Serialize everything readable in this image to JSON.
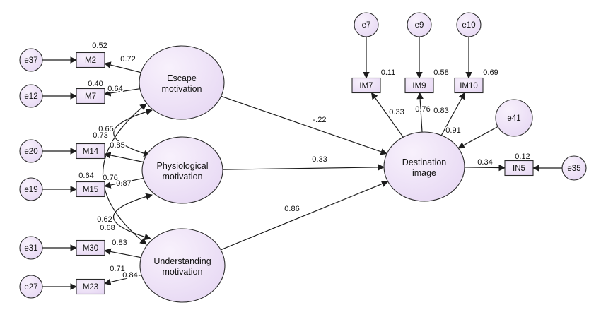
{
  "diagram": {
    "kind": "structural-equation-model-path-diagram",
    "background": "#ffffff",
    "node_fill": "#e6d7f3",
    "node_fill_light": "#f8f1fc",
    "stroke_color": "#1c1c1c",
    "nodes": [
      {
        "id": "e37",
        "kind": "circle",
        "label": "e37"
      },
      {
        "id": "e12",
        "kind": "circle",
        "label": "e12"
      },
      {
        "id": "e20",
        "kind": "circle",
        "label": "e20"
      },
      {
        "id": "e19",
        "kind": "circle",
        "label": "e19"
      },
      {
        "id": "e31",
        "kind": "circle",
        "label": "e31"
      },
      {
        "id": "e27",
        "kind": "circle",
        "label": "e27"
      },
      {
        "id": "M2",
        "kind": "rect",
        "label": "M2"
      },
      {
        "id": "M7",
        "kind": "rect",
        "label": "M7"
      },
      {
        "id": "M14",
        "kind": "rect",
        "label": "M14"
      },
      {
        "id": "M15",
        "kind": "rect",
        "label": "M15"
      },
      {
        "id": "M30",
        "kind": "rect",
        "label": "M30"
      },
      {
        "id": "M23",
        "kind": "rect",
        "label": "M23"
      },
      {
        "id": "escape",
        "kind": "ellipse",
        "line1": "Escape",
        "line2": "motivation"
      },
      {
        "id": "physio",
        "kind": "ellipse",
        "line1": "Physiological",
        "line2": "motivation"
      },
      {
        "id": "under",
        "kind": "ellipse",
        "line1": "Understanding",
        "line2": "motivation"
      },
      {
        "id": "dest",
        "kind": "ellipse",
        "line1": "Destination",
        "line2": "image"
      },
      {
        "id": "e7",
        "kind": "circle",
        "label": "e7"
      },
      {
        "id": "e9",
        "kind": "circle",
        "label": "e9"
      },
      {
        "id": "e10",
        "kind": "circle",
        "label": "e10"
      },
      {
        "id": "IM7",
        "kind": "rect",
        "label": "IM7"
      },
      {
        "id": "IM9",
        "kind": "rect",
        "label": "IM9"
      },
      {
        "id": "IM10",
        "kind": "rect",
        "label": "IM10"
      },
      {
        "id": "e41",
        "kind": "circle",
        "label": "e41"
      },
      {
        "id": "IN5",
        "kind": "rect",
        "label": "IN5"
      },
      {
        "id": "e35",
        "kind": "circle",
        "label": "e35"
      }
    ],
    "edges": [
      {
        "from": "e37",
        "to": "M2"
      },
      {
        "from": "e12",
        "to": "M7"
      },
      {
        "from": "e20",
        "to": "M14"
      },
      {
        "from": "e19",
        "to": "M15"
      },
      {
        "from": "e31",
        "to": "M30"
      },
      {
        "from": "e27",
        "to": "M23"
      },
      {
        "from": "escape",
        "to": "M2",
        "label": "0.72"
      },
      {
        "from": "escape",
        "to": "M7",
        "label": "0.64"
      },
      {
        "from": "physio",
        "to": "M14",
        "label": "0.85"
      },
      {
        "from": "physio",
        "to": "M15",
        "label": "0.87"
      },
      {
        "from": "under",
        "to": "M30",
        "label": "0.83"
      },
      {
        "from": "under",
        "to": "M23",
        "label": "0.84"
      },
      {
        "from": "escape",
        "to": "dest",
        "label": "-.22"
      },
      {
        "from": "physio",
        "to": "dest",
        "label": "0.33"
      },
      {
        "from": "under",
        "to": "dest",
        "label": "0.86"
      },
      {
        "from": "dest",
        "to": "IM7",
        "label": "0.33"
      },
      {
        "from": "dest",
        "to": "IM9",
        "label": "0.76"
      },
      {
        "from": "dest",
        "to": "IM10",
        "label": "0.83"
      },
      {
        "from": "e7",
        "to": "IM7"
      },
      {
        "from": "e9",
        "to": "IM9"
      },
      {
        "from": "e10",
        "to": "IM10"
      },
      {
        "from": "e41",
        "to": "dest",
        "label": "0.91"
      },
      {
        "from": "dest",
        "to": "IN5",
        "label": "0.34"
      },
      {
        "from": "e35",
        "to": "IN5"
      },
      {
        "from": "escape",
        "to": "physio",
        "label": "0.65",
        "double": true
      },
      {
        "from": "escape",
        "to": "under",
        "label": "0.64",
        "double": true
      },
      {
        "from": "physio",
        "to": "under",
        "label": "0.62",
        "double": true
      }
    ],
    "free_labels": [
      {
        "text": "0.52",
        "near": "M2"
      },
      {
        "text": "0.40",
        "near": "M7"
      },
      {
        "text": "0.73",
        "near": "M14"
      },
      {
        "text": "0.76",
        "near": "M15"
      },
      {
        "text": "0.68",
        "near": "M30"
      },
      {
        "text": "0.71",
        "near": "M23"
      },
      {
        "text": "0.11",
        "near": "IM7"
      },
      {
        "text": "0.58",
        "near": "IM9"
      },
      {
        "text": "0.69",
        "near": "IM10"
      },
      {
        "text": "0.12",
        "near": "IN5"
      }
    ]
  }
}
